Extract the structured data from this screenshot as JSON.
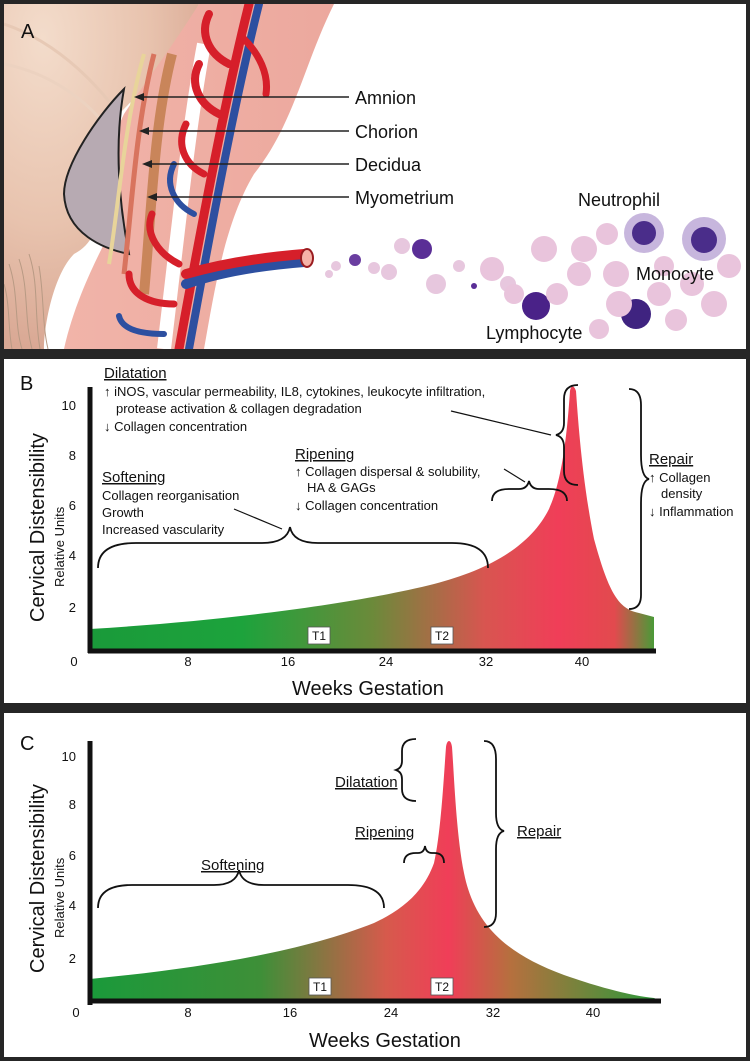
{
  "panel_a": {
    "letter": "A",
    "layers": [
      "Amnion",
      "Chorion",
      "Decidua",
      "Myometrium"
    ],
    "cells": [
      "Neutrophil",
      "Monocyte",
      "Lymphocyte"
    ]
  },
  "panel_b": {
    "letter": "B",
    "y_label": "Cervical Distensibility",
    "y_units": "Relative Units",
    "x_label": "Weeks Gestation",
    "y_ticks": [
      "2",
      "4",
      "6",
      "8",
      "10"
    ],
    "x_ticks": [
      "0",
      "8",
      "16",
      "24",
      "32",
      "40"
    ],
    "markers": [
      "T1",
      "T2"
    ],
    "dilatation": {
      "title": "Dilatation",
      "lines": [
        "↑ iNOS, vascular permeability, IL8, cytokines, leukocyte infiltration,",
        "protease activation & collagen degradation",
        "↓ Collagen concentration"
      ]
    },
    "ripening": {
      "title": "Ripening",
      "lines": [
        "↑ Collagen dispersal & solubility,",
        "HA & GAGs",
        "↓ Collagen concentration"
      ]
    },
    "softening": {
      "title": "Softening",
      "lines": [
        "Collagen reorganisation",
        "Growth",
        "Increased vascularity"
      ]
    },
    "repair": {
      "title": "Repair",
      "lines": [
        "↑ Collagen",
        "density",
        "↓ Inflammation"
      ]
    }
  },
  "panel_c": {
    "letter": "C",
    "y_label": "Cervical Distensibility",
    "y_units": "Relative Units",
    "x_label": "Weeks Gestation",
    "y_ticks": [
      "2",
      "4",
      "6",
      "8",
      "10"
    ],
    "x_ticks": [
      "0",
      "8",
      "16",
      "24",
      "32",
      "40"
    ],
    "markers": [
      "T1",
      "T2"
    ],
    "phases": [
      "Softening",
      "Ripening",
      "Dilatation",
      "Repair"
    ]
  },
  "colors": {
    "green": "#1a9a3a",
    "red": "#ef3b55",
    "border": "#262626"
  }
}
